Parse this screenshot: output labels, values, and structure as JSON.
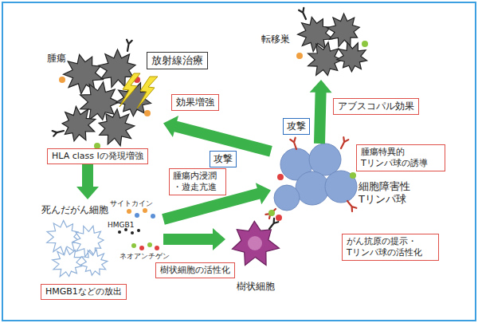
{
  "diagram": {
    "nodes": [
      {
        "text": [
          "腫瘍"
        ]
      },
      {
        "text": [
          "放射線治療"
        ]
      },
      {
        "text": [
          "転移巣"
        ]
      },
      {
        "text": [
          "効果増強"
        ]
      },
      {
        "text": [
          "アブスコパル効果"
        ]
      },
      {
        "text": [
          "HLA class Iの発現増強"
        ]
      },
      {
        "text": [
          "死んだがん細胞"
        ]
      },
      {
        "text": [
          "HMGB1などの放出"
        ]
      },
      {
        "text": [
          "樹状細胞の活性化"
        ]
      },
      {
        "text": [
          "樹状細胞"
        ]
      },
      {
        "text": [
          "細胞障害性 Tリンパ球"
        ]
      },
      {
        "text": [
          "腫瘍特異的 Tリンパ球の誘導"
        ]
      },
      {
        "text": [
          "がん抗原の提示・ Tリンパ球の活性化"
        ]
      }
    ],
    "edges": [
      {
        "from": 10,
        "to": 0,
        "arrow": "to",
        "label": "攻撃"
      },
      {
        "from": 10,
        "to": 2,
        "arrow": "to",
        "label": "攻撃"
      },
      {
        "from": 5,
        "to": 6,
        "arrow": "to"
      },
      {
        "from": 6,
        "to": 9,
        "arrow": "to"
      },
      {
        "from": 6,
        "to": 10,
        "arrow": "to",
        "label": "腫瘍内浸潤・遊走亢進"
      }
    ],
    "labels": [
      "サイトカイン",
      "HMGB1",
      "ネオアンチゲン"
    ]
  }
}
